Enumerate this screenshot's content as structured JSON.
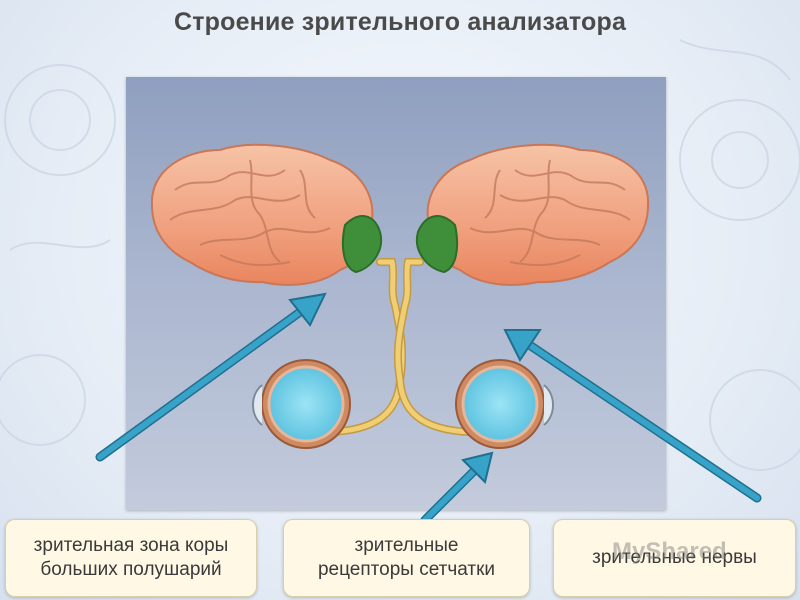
{
  "title": "Строение зрительного анализатора",
  "labels": {
    "cortex_line1": "зрительная зона коры",
    "cortex_line2": "больших полушарий",
    "receptors_line1": "зрительные",
    "receptors_line2": "рецепторы сетчатки",
    "nerves": "зрительные нервы"
  },
  "watermark": "MyShared",
  "colors": {
    "brain": "#f2a27f",
    "visual_zone": "#3f8f3a",
    "nerve": "#e0b85a",
    "eye": "#7fd3ea",
    "arrow": "#2f8fb0",
    "label_bg": "#fff8e4"
  }
}
